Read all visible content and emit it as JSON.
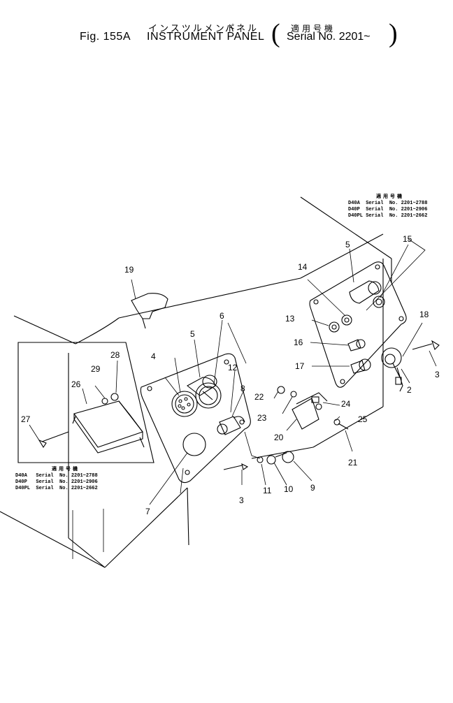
{
  "title": {
    "fig": "Fig. 155A",
    "name_jp_1": "インスツルメント",
    "name_jp_2": "パネル",
    "name_en": "INSTRUMENT PANEL",
    "serial_jp": "適用号機",
    "serial": "Serial No. 2201~"
  },
  "table_right": {
    "header": "適用号機",
    "rows": [
      {
        "model": "D40A",
        "label": "Serial",
        "no": "No.",
        "range": "2201~2788"
      },
      {
        "model": "D40P",
        "label": "Serial",
        "no": "No.",
        "range": "2201~2906"
      },
      {
        "model": "D40PL",
        "label": "Serial",
        "no": "No.",
        "range": "2201~2662"
      }
    ]
  },
  "table_left": {
    "header": "適用号機",
    "rows": [
      {
        "model": "D40A",
        "label": "Serial",
        "no": "No.",
        "range": "2201~2788"
      },
      {
        "model": "D40P",
        "label": "Serial",
        "no": "No.",
        "range": "2201~2906"
      },
      {
        "model": "D40PL",
        "label": "Serial",
        "no": "No.",
        "range": "2201~2662"
      }
    ]
  },
  "callouts": [
    "19",
    "5",
    "6",
    "4",
    "12",
    "8",
    "7",
    "3",
    "11",
    "10",
    "9",
    "22",
    "23",
    "20",
    "21",
    "24",
    "25",
    "2",
    "3",
    "18",
    "17",
    "16",
    "13",
    "14",
    "5",
    "15",
    "26",
    "27",
    "28",
    "29"
  ]
}
